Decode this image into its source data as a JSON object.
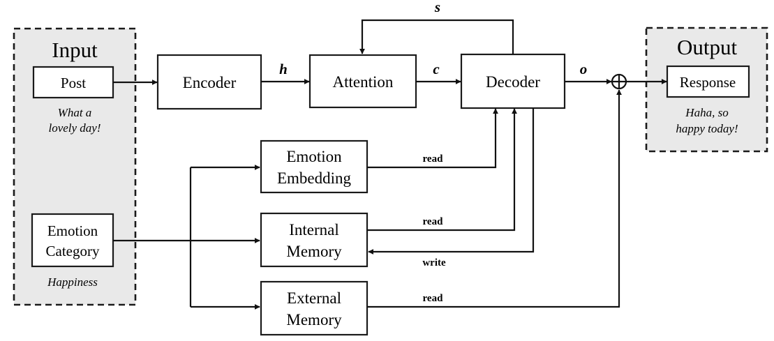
{
  "input": {
    "title": "Input",
    "post_label": "Post",
    "post_example": [
      "What a",
      "lovely day!"
    ],
    "emotion_label": [
      "Emotion",
      "Category"
    ],
    "emotion_example": "Happiness"
  },
  "output": {
    "title": "Output",
    "response_label": "Response",
    "response_example": [
      "Haha, so",
      "happy today!"
    ]
  },
  "modules": {
    "encoder": "Encoder",
    "attention": "Attention",
    "decoder": "Decoder",
    "emotion_embedding": [
      "Emotion",
      "Embedding"
    ],
    "internal_memory": [
      "Internal",
      "Memory"
    ],
    "external_memory": [
      "External",
      "Memory"
    ]
  },
  "edges": {
    "h": "h",
    "c": "c",
    "s": "s",
    "o": "o",
    "read_embedding": "read",
    "read_internal": "read",
    "write_internal": "write",
    "read_external": "read"
  },
  "combine_symbol": "⊕"
}
